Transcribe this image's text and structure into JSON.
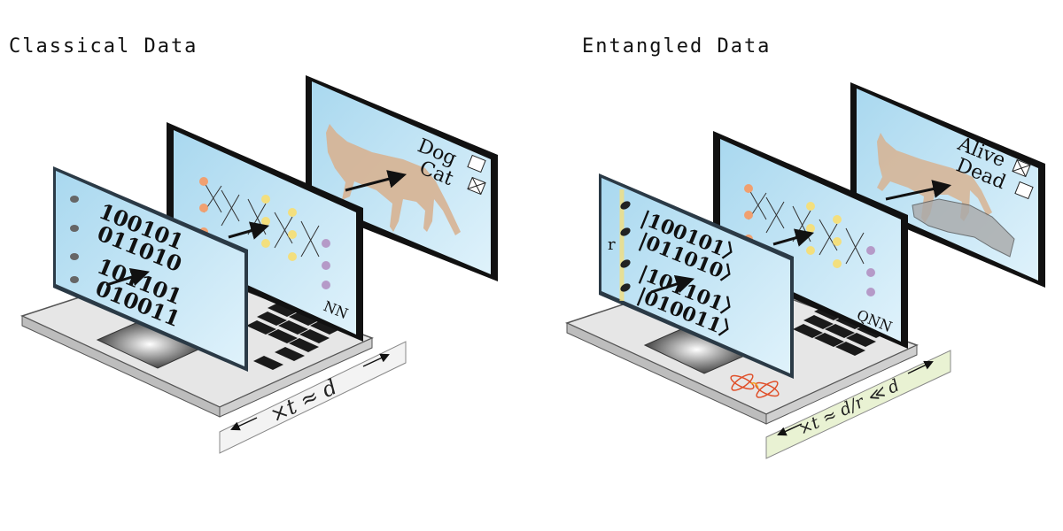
{
  "left": {
    "title": "Classical Data",
    "binary_lines": [
      "100101",
      "011010",
      "101101",
      "010011"
    ],
    "network_label": "NN",
    "class_labels": [
      "Dog",
      "Cat"
    ],
    "checked_index": 1,
    "arrow_label": "×t ≈ d"
  },
  "right": {
    "title": "Entangled Data",
    "binary_lines": [
      "|100101〉",
      "|011010〉",
      "|101101〉",
      "|010011〉"
    ],
    "side_label": "r",
    "network_label": "QNN",
    "class_labels": [
      "Alive",
      "Dead"
    ],
    "checked_index": 0,
    "arrow_label": "×t ≈ d/r ≪ d"
  },
  "colors": {
    "screen_blue": "#bfe4f4",
    "laptop_grey": "#e6e6e6",
    "node_orange": "#f0a070",
    "node_yellow": "#f3df7e",
    "node_purple": "#b59ac8",
    "cat_tan": "#d7b392",
    "entangled_strip": "#e9f2d3"
  }
}
